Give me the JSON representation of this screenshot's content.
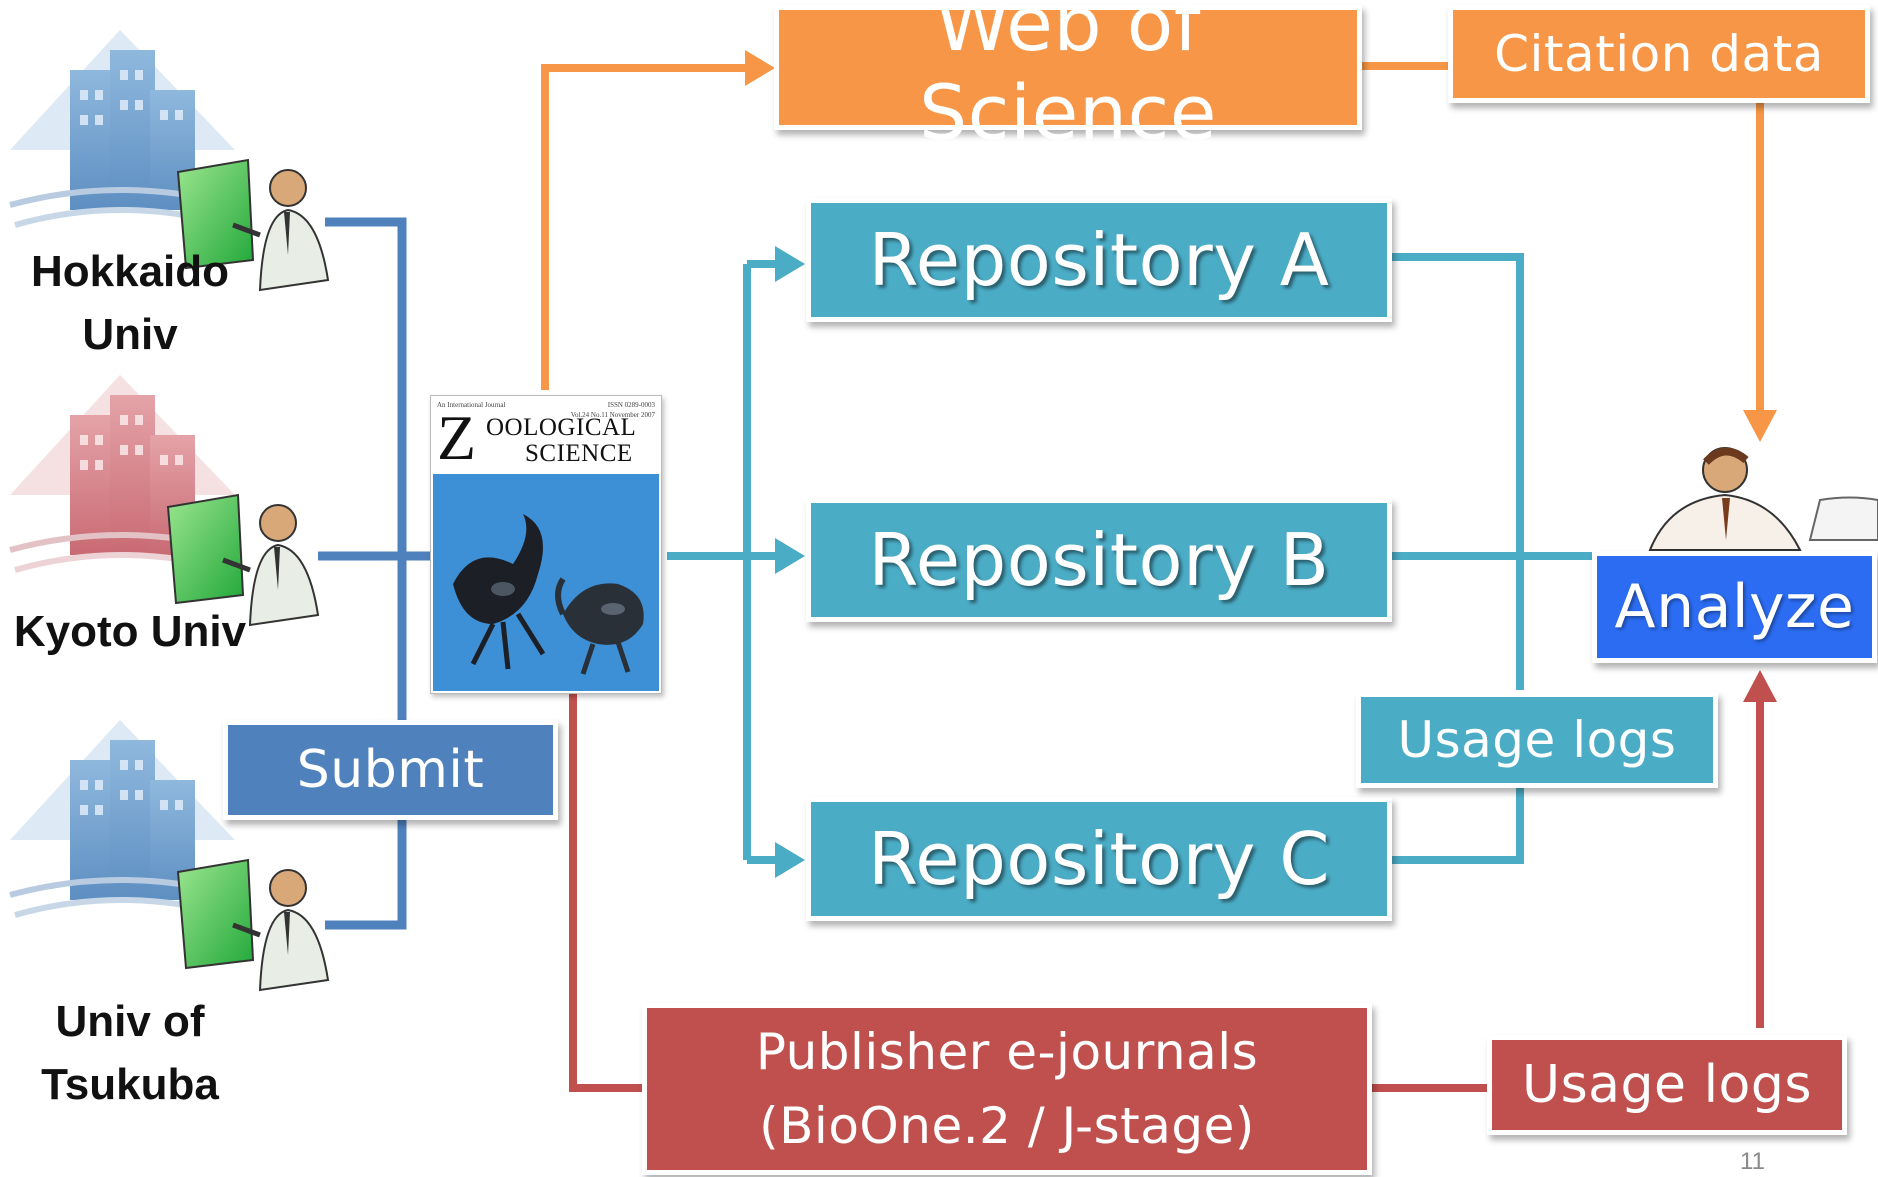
{
  "institutions": {
    "hokkaido": "Hokkaido Univ",
    "kyoto": "Kyoto Univ",
    "tsukuba": "Univ of Tsukuba"
  },
  "journal": {
    "top_left": "An International Journal",
    "volume_line": "Vol.24  No.11  November 2007",
    "issn": "ISSN 0289-0003",
    "title_initial": "Z",
    "title_rest_1": "OOLOGICAL",
    "title_rest_2": "SCIENCE"
  },
  "boxes": {
    "web_of_science": "Web of Science",
    "citation_data": "Citation data",
    "repository_a": "Repository A",
    "repository_b": "Repository B",
    "repository_c": "Repository C",
    "analyze": "Analyze",
    "usage_logs_repo": "Usage logs",
    "submit": "Submit",
    "publisher_line1": "Publisher e-journals",
    "publisher_line2": "(BioOne.2 / J-stage)",
    "usage_logs_publisher": "Usage logs"
  },
  "page_number": "11",
  "colors": {
    "orange": "#F79646",
    "teal": "#4BACC6",
    "blue": "#4F81BD",
    "red": "#C0504D",
    "analyze": "#2B6CF2"
  }
}
